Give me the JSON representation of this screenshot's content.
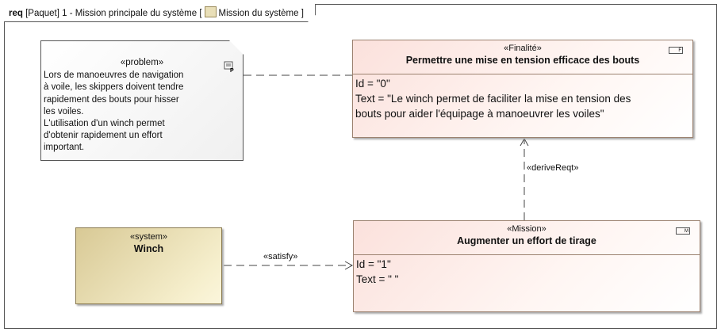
{
  "frame": {
    "kind": "req",
    "context": "[Paquet] 1 - Mission principale du système [",
    "diagram_name": "Mission du système",
    "close": "]"
  },
  "note": {
    "stereotype": "«problem»",
    "lines": [
      "Lors de manoeuvres de navigation",
      "à voile, les skippers doivent tendre",
      "rapidement des bouts pour hisser",
      "les voiles.",
      "L'utilisation d'un winch permet",
      "d'obtenir rapidement un effort",
      "important."
    ],
    "icon": "note-icon"
  },
  "finalite": {
    "stereotype": "«Finalité»",
    "name": "Permettre une mise en tension efficace des bouts",
    "corner": "F",
    "id": "Id = \"0\"",
    "text1": "Text = \"Le winch permet de faciliter la mise en tension des",
    "text2": "bouts pour aider l'équipage à manoeuvrer les voiles\""
  },
  "mission": {
    "stereotype": "«Mission»",
    "name": "Augmenter un effort de tirage",
    "corner": "M",
    "id": "Id = \"1\"",
    "text": "Text = \" \""
  },
  "winch": {
    "stereotype": "«system»",
    "name": "Winch"
  },
  "relations": {
    "derive": "«deriveReqt»",
    "satisfy": "«satisfy»"
  },
  "colors": {
    "requirement": "#fbe1dc",
    "block": "#d8c995",
    "note": "#f0f0f0"
  }
}
